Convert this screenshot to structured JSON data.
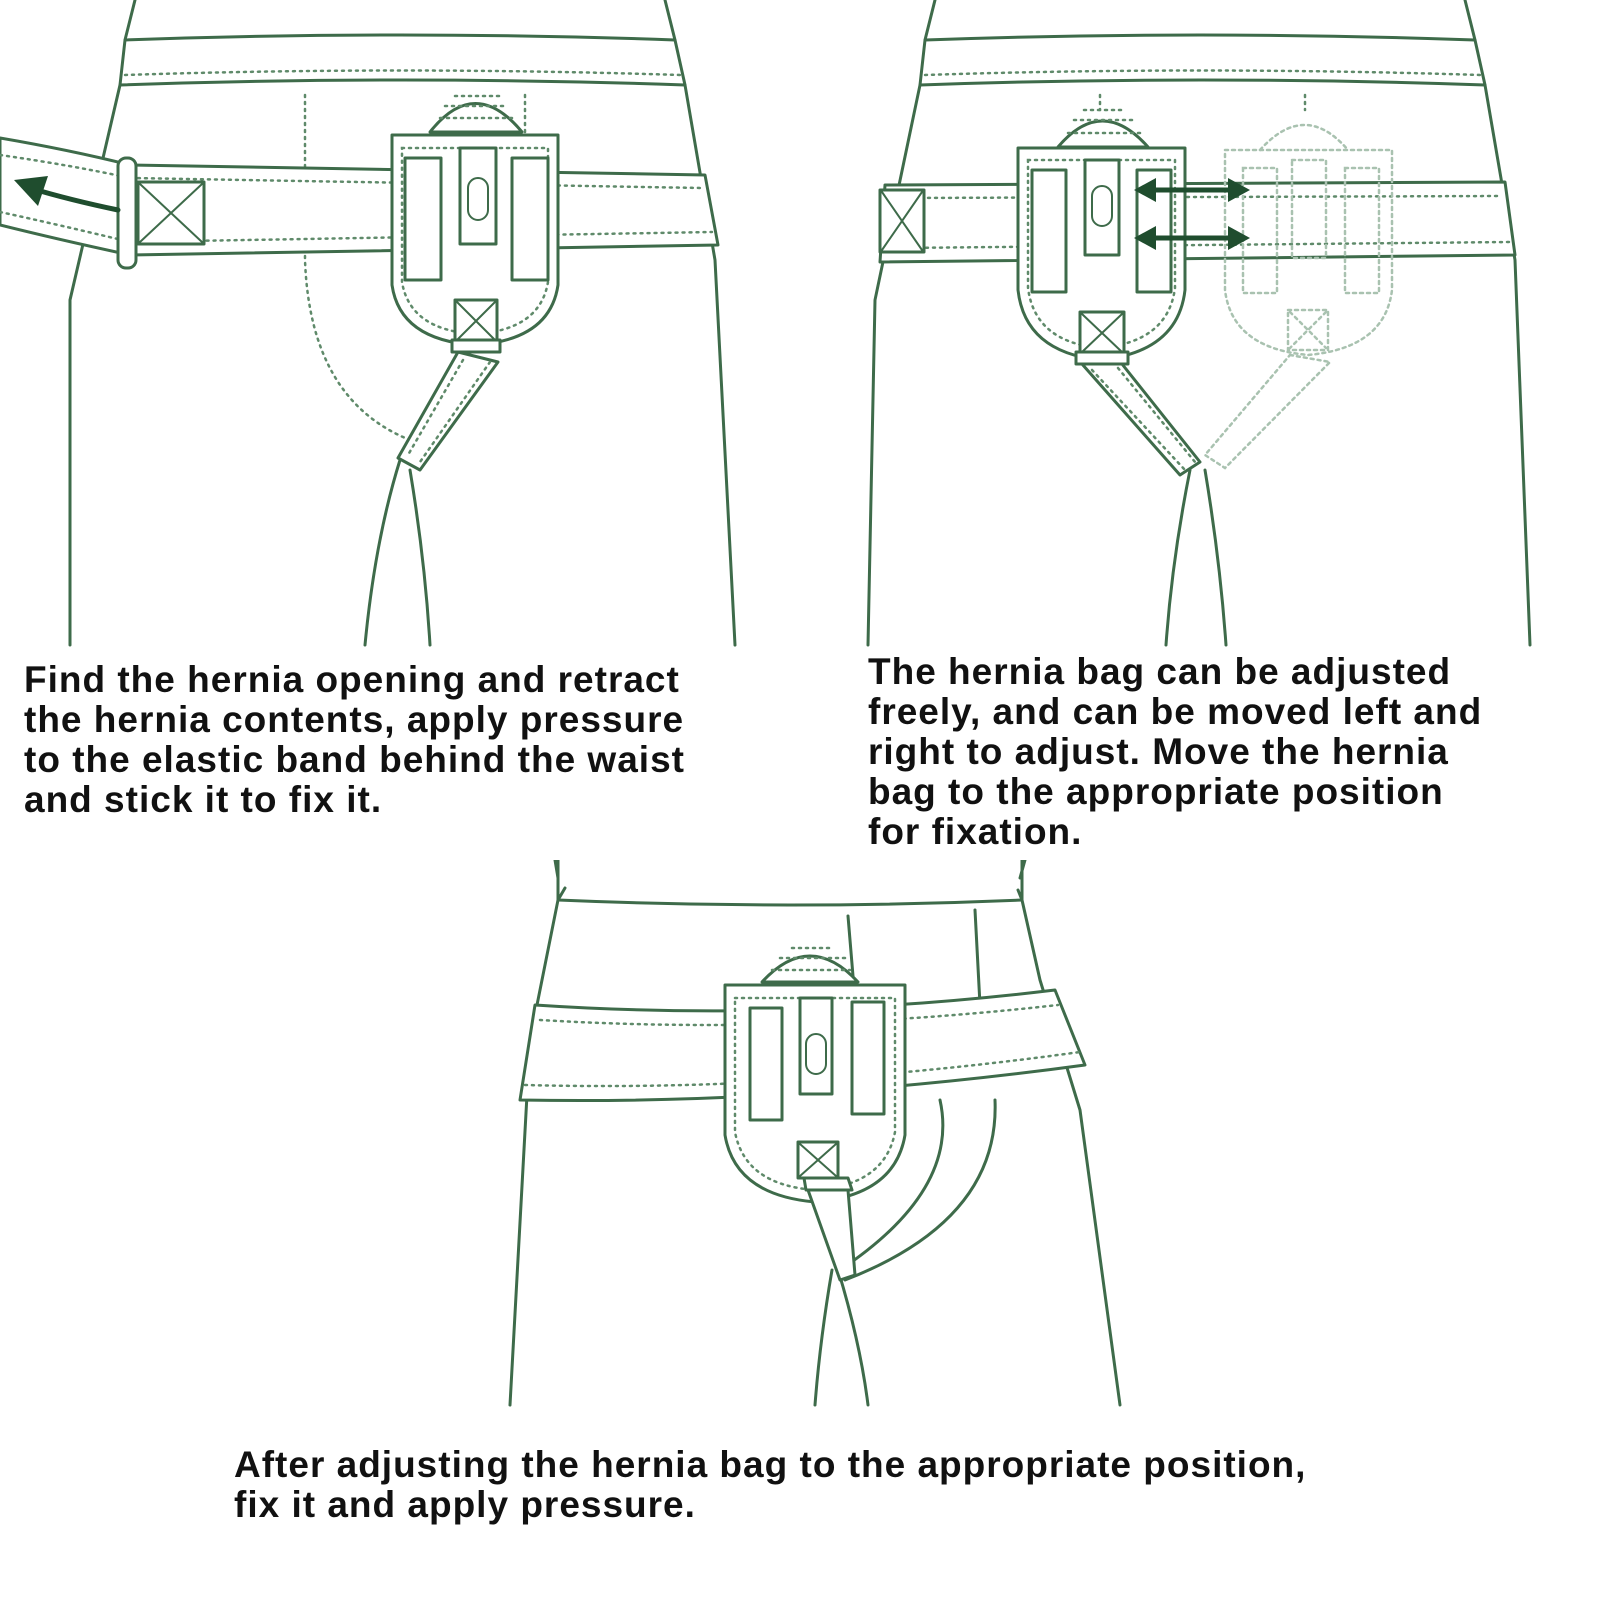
{
  "steps": [
    {
      "lines": [
        "Find the hernia opening and retract",
        "the hernia contents, apply pressure",
        "to the elastic band behind the waist",
        "and stick it to fix it."
      ]
    },
    {
      "lines": [
        "The hernia bag can be adjusted",
        "freely, and can be moved left and",
        "right to adjust. Move the hernia",
        "bag to the appropriate position",
        "for fixation."
      ]
    },
    {
      "lines": [
        "After adjusting the hernia bag to the appropriate position,",
        "fix it and apply pressure."
      ]
    }
  ],
  "colors": {
    "line": "#3e6b4a",
    "arrow": "#1f4d2e",
    "text": "#111111"
  }
}
